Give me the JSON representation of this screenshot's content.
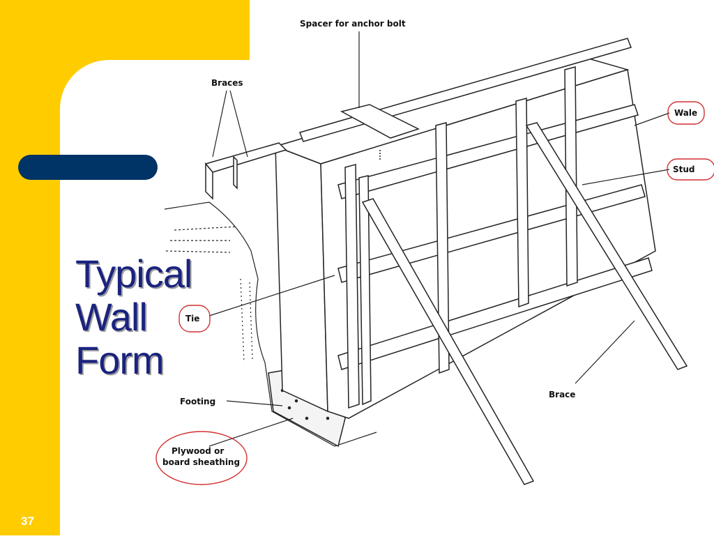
{
  "slide": {
    "title_lines": [
      "Typical",
      "Wall",
      "Form"
    ],
    "page_number": "37"
  },
  "colors": {
    "accent_yellow": "#FFCC00",
    "navy": "#003366",
    "title_text": "#1A237E",
    "markup_red": "#D32F2F"
  },
  "diagram": {
    "labels": {
      "spacer": "Spacer for anchor bolt",
      "braces": "Braces",
      "wale": "Wale",
      "stud": "Stud",
      "tie": "Tie",
      "footing": "Footing",
      "brace": "Brace",
      "plywood_line1": "Plywood or",
      "plywood_line2": "board sheathing"
    }
  }
}
